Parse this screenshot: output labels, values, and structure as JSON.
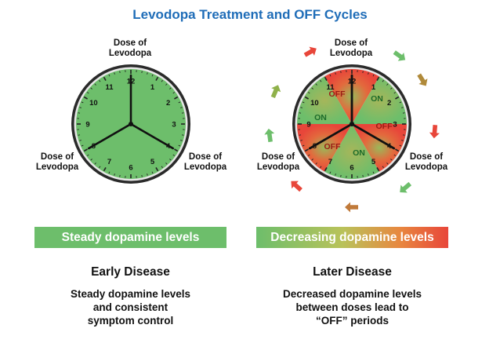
{
  "title": "Levodopa Treatment and OFF Cycles",
  "dose_label": [
    "Dose of",
    "Levodopa"
  ],
  "clock_numbers": [
    "12",
    "1",
    "2",
    "3",
    "4",
    "5",
    "6",
    "7",
    "8",
    "9",
    "10",
    "11"
  ],
  "left_panel": {
    "band": "Steady dopamine levels",
    "heading": "Early Disease",
    "description": [
      "Steady dopamine levels",
      "and consistent",
      "symptom control"
    ]
  },
  "right_panel": {
    "band": "Decreasing dopamine levels",
    "heading": "Later Disease",
    "description": [
      "Decreased dopamine levels",
      "between doses lead to",
      "“OFF” periods"
    ],
    "sector_labels": [
      "OFF",
      "ON",
      "OFF",
      "ON",
      "OFF",
      "ON"
    ]
  },
  "colors": {
    "title": "#1f6db8",
    "green": "#6dbe6b",
    "red": "#e8463a"
  }
}
